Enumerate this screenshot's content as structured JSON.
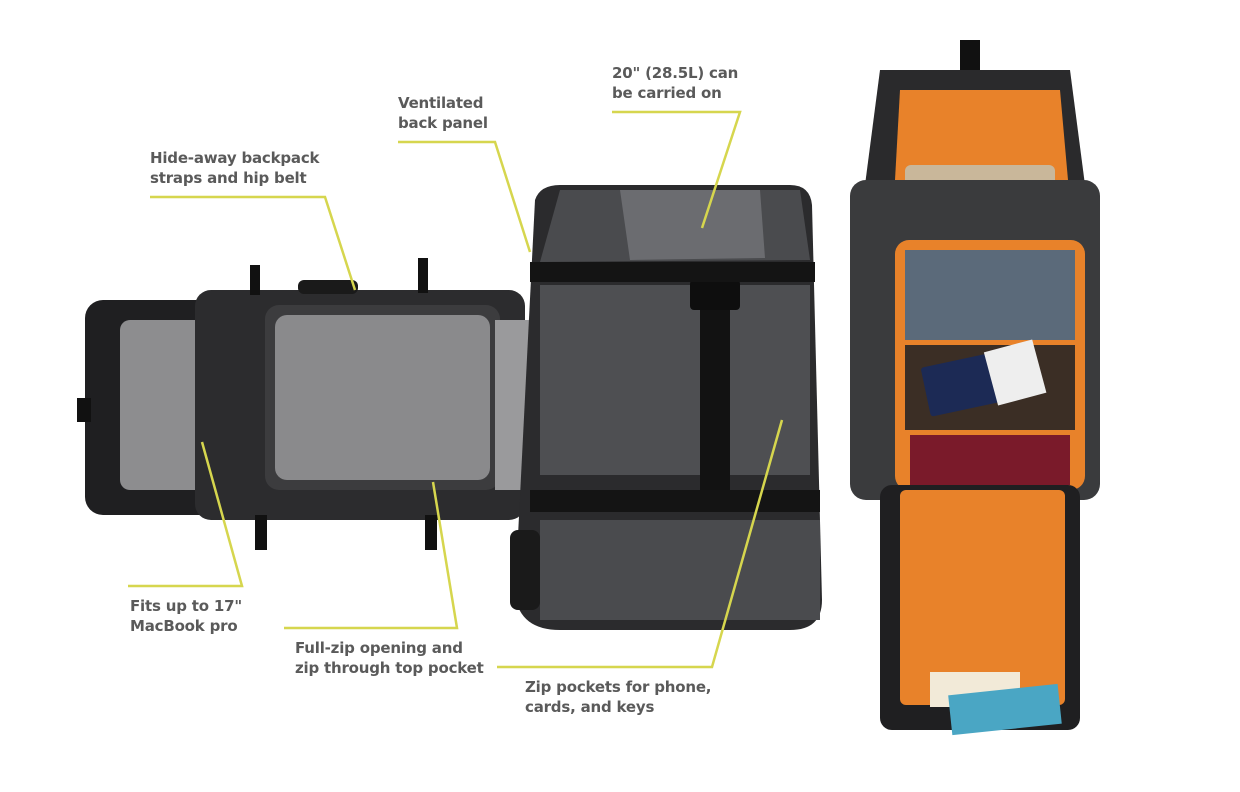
{
  "colors": {
    "callout_line": "#d6d64e",
    "label_text": "#5a5a5a",
    "bag_dark": "#2a2a2c",
    "bag_gray": "#5d5e61",
    "lining_orange": "#e8822a",
    "lining_gray": "#8a8a8a"
  },
  "callouts": {
    "hide_away": {
      "line1": "Hide-away backpack",
      "line2": "straps and hip belt"
    },
    "ventilated": {
      "line1": "Ventilated",
      "line2": "back panel"
    },
    "carry_on": {
      "line1": "20\" (28.5L) can",
      "line2": "be carried on"
    },
    "laptop": {
      "line1": "Fits up to 17\"",
      "line2": "MacBook pro"
    },
    "full_zip": {
      "line1": "Full-zip opening and",
      "line2": "zip through top pocket"
    },
    "zip_pockets": {
      "line1": "Zip pockets for phone,",
      "line2": "cards, and keys"
    }
  }
}
